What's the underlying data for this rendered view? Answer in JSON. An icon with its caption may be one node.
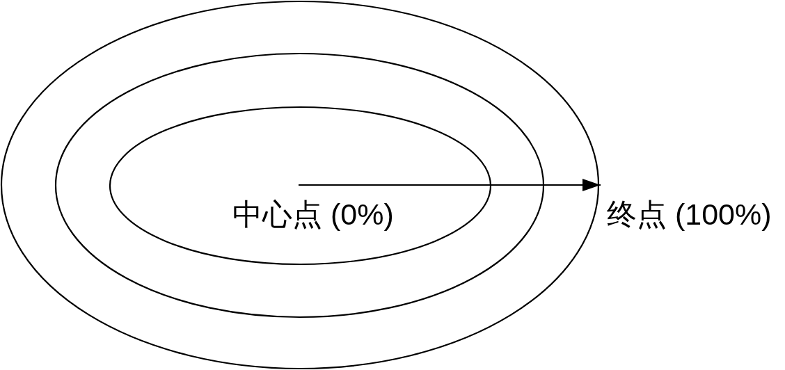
{
  "diagram": {
    "nodes": [
      {
        "text": [],
        "shape": "ellipse"
      },
      {
        "text": [],
        "shape": "ellipse",
        "in": 0
      },
      {
        "text": [],
        "shape": "ellipse",
        "in": 1
      },
      {
        "text": [
          "中心点 (0%)"
        ],
        "in": 2
      },
      {
        "text": [
          "终点 (100%)"
        ]
      }
    ],
    "edges": [
      {
        "from": 3,
        "to": 4,
        "arrow": "to"
      }
    ]
  }
}
